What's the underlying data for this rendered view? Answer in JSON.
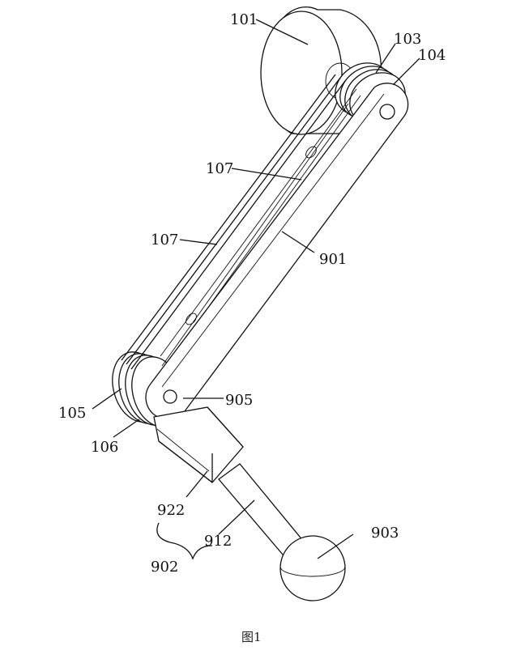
{
  "figure": {
    "caption": "图1",
    "labels": {
      "l101": "101",
      "l103": "103",
      "l104": "104",
      "l107a": "107",
      "l107b": "107",
      "l901": "901",
      "l105": "105",
      "l905": "905",
      "l106": "106",
      "l922": "922",
      "l912": "912",
      "l902": "902",
      "l903": "903"
    }
  }
}
